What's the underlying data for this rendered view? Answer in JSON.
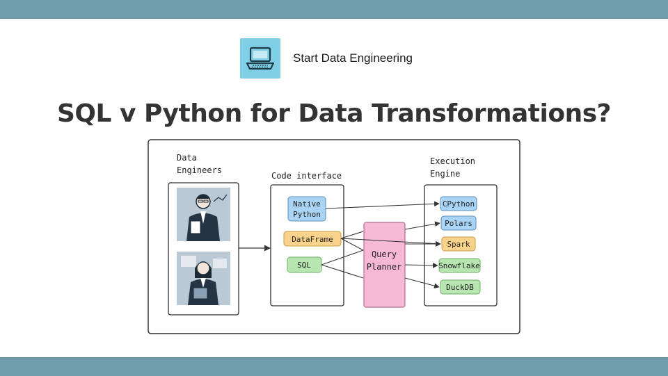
{
  "header": {
    "brand": "Start Data Engineering",
    "logo_icon": "laptop-icon"
  },
  "title": "SQL v Python for Data Transformations?",
  "diagram": {
    "columns": {
      "engineers": [
        "Data",
        "Engineers"
      ],
      "interface": "Code interface",
      "engine": [
        "Execution",
        "Engine"
      ]
    },
    "interface_items": {
      "native_python": [
        "Native",
        "Python"
      ],
      "dataframe": "DataFrame",
      "sql": "SQL"
    },
    "planner": [
      "Query",
      "Planner"
    ],
    "engines": [
      "CPython",
      "Polars",
      "Spark",
      "Snowflake",
      "DuckDB"
    ],
    "colors": {
      "blue": "#a9d4f5",
      "orange": "#f9d38c",
      "green": "#b7e6b0",
      "pink": "#f7b8d6"
    }
  }
}
